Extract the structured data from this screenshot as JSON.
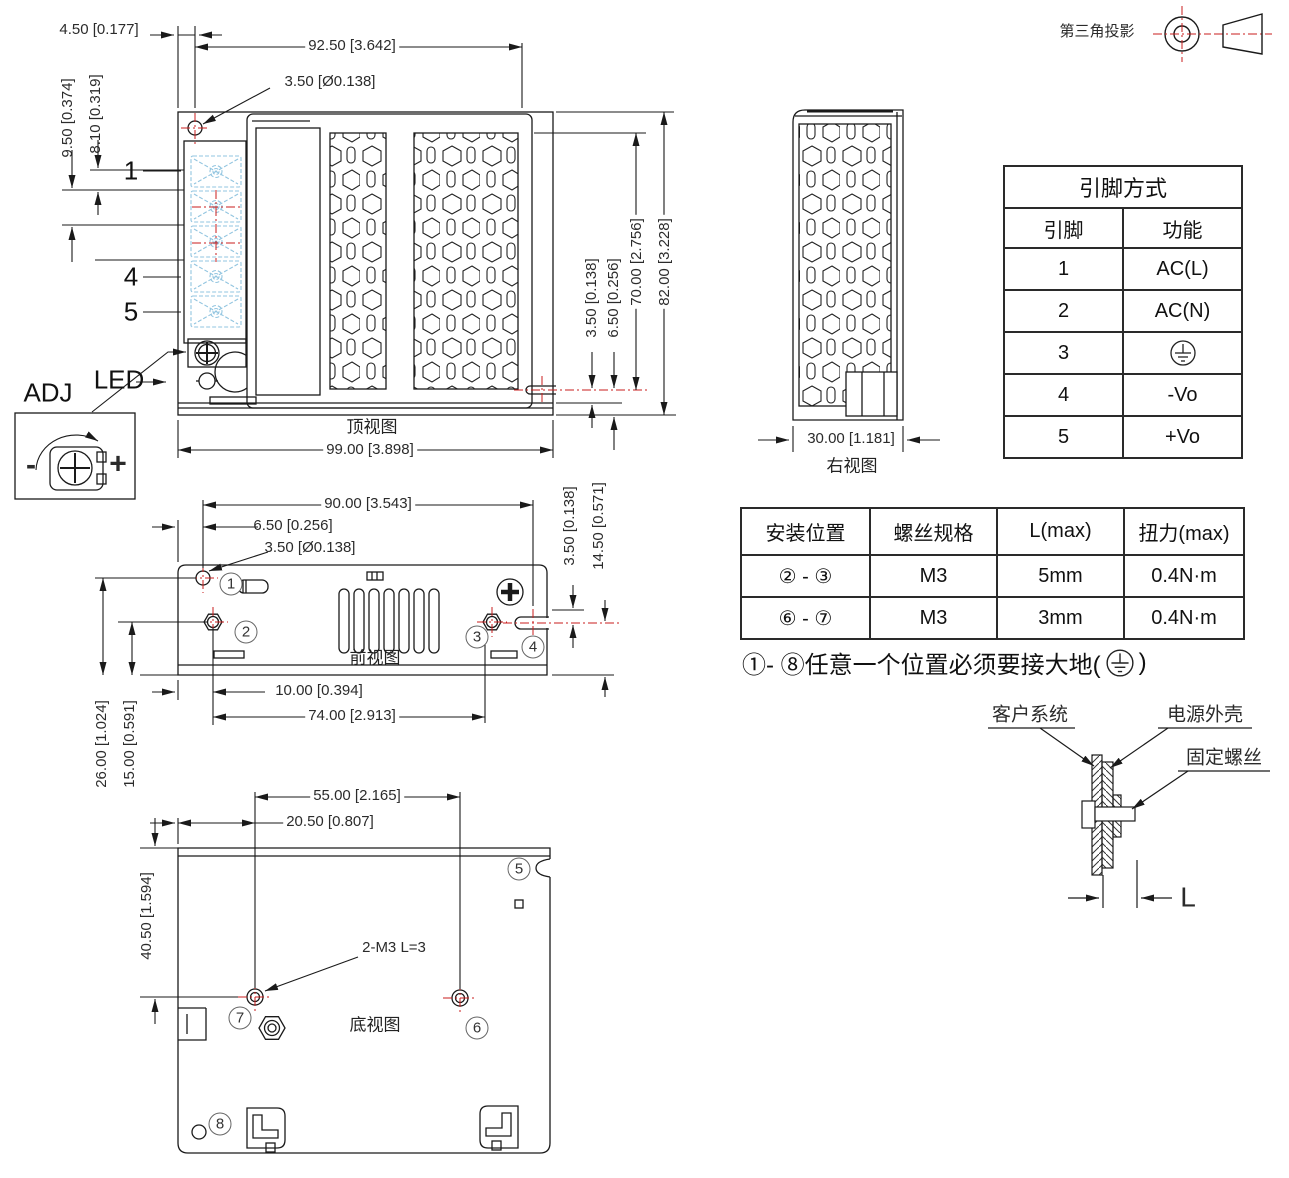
{
  "projection": {
    "label": "第三角投影"
  },
  "view_labels": {
    "top": "顶视图",
    "right": "右视图",
    "front": "前视图",
    "bottom": "底视图"
  },
  "adj": {
    "label": "ADJ",
    "minus": "-",
    "plus": "+"
  },
  "led_label": "LED",
  "pin_callouts": {
    "p1": "1",
    "p4": "4",
    "p5": "5"
  },
  "circled": {
    "c1": "1",
    "c2": "2",
    "c3": "3",
    "c4": "4",
    "c5": "5",
    "c6": "6",
    "c7": "7",
    "c8": "8"
  },
  "dims": {
    "top": {
      "offset": "4.50 [0.177]",
      "span": "92.50 [3.642]",
      "hole": "3.50 [Ø0.138]",
      "pitch_a": "9.50 [0.374]",
      "pitch_b": "8.10 [0.319]",
      "width": "99.00 [3.898]",
      "slot": "3.50 [0.138]",
      "slot_edge": "6.50 [0.256]",
      "height_inner": "70.00 [2.756]",
      "height": "82.00 [3.228]"
    },
    "right": {
      "depth": "30.00 [1.181]"
    },
    "front": {
      "span": "90.00 [3.543]",
      "hole_off": "6.50 [0.256]",
      "hole": "3.50 [Ø0.138]",
      "edge_off": "10.00 [0.394]",
      "hole_span": "74.00 [2.913]",
      "slot": "3.50 [0.138]",
      "slot_bottom": "14.50 [0.571]",
      "h1": "26.00 [1.024]",
      "h2": "15.00 [0.591]"
    },
    "bottom": {
      "span": "55.00 [2.165]",
      "off": "20.50 [0.807]",
      "height": "40.50 [1.594]",
      "thread": "2-M3 L=3"
    }
  },
  "pin_table": {
    "title": "引脚方式",
    "col_pin": "引脚",
    "col_func": "功能",
    "rows": [
      {
        "pin": "1",
        "func": "AC(L)"
      },
      {
        "pin": "2",
        "func": "AC(N)"
      },
      {
        "pin": "3",
        "func": ""
      },
      {
        "pin": "4",
        "func": "-Vo"
      },
      {
        "pin": "5",
        "func": "+Vo"
      }
    ]
  },
  "mount_table": {
    "headers": [
      "安装位置",
      "螺丝规格",
      "L(max)",
      "扭力(max)"
    ],
    "rows": [
      {
        "pos": "② - ③",
        "screw": "M3",
        "l": "5mm",
        "torque": "0.4N·m"
      },
      {
        "pos": "⑥ - ⑦",
        "screw": "M3",
        "l": "3mm",
        "torque": "0.4N·m"
      }
    ]
  },
  "ground_note": {
    "prefix": "①- ⑧任意一个位置必须要接大地(",
    "suffix": ")"
  },
  "screw_detail": {
    "customer": "客户系统",
    "psu_case": "电源外壳",
    "screw": "固定螺丝",
    "dim": "L"
  },
  "colors": {
    "line": "#1a1a1a",
    "centerline": "#c81e1e",
    "terminal": "#92c5e0"
  }
}
